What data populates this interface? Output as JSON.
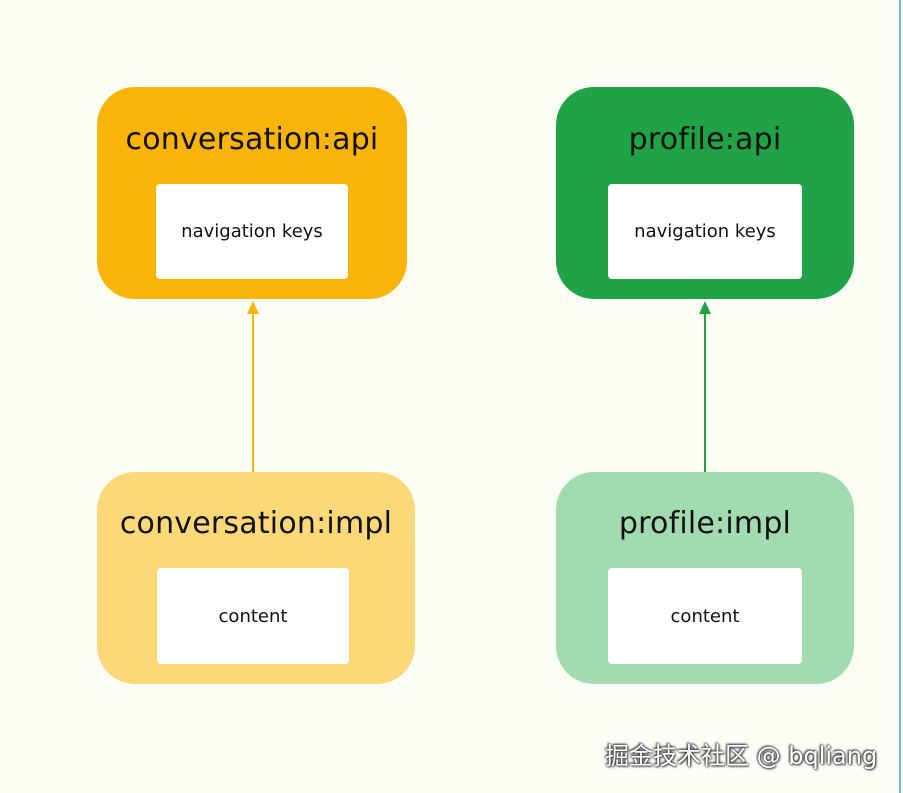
{
  "modules": {
    "conversation_api": {
      "title": "conversation:api",
      "content": "navigation keys",
      "color": "#f9b40a"
    },
    "conversation_impl": {
      "title": "conversation:impl",
      "content": "content",
      "color": "#fcd978"
    },
    "profile_api": {
      "title": "profile:api",
      "content": "navigation keys",
      "color": "#1fa346"
    },
    "profile_impl": {
      "title": "profile:impl",
      "content": "content",
      "color": "#a3dbb1"
    }
  },
  "edges": [
    {
      "from": "conversation:impl",
      "to": "conversation:api",
      "color": "#f9b40a"
    },
    {
      "from": "profile:impl",
      "to": "profile:api",
      "color": "#1fa346"
    }
  ],
  "watermark": "掘金技术社区 @ bqliang"
}
